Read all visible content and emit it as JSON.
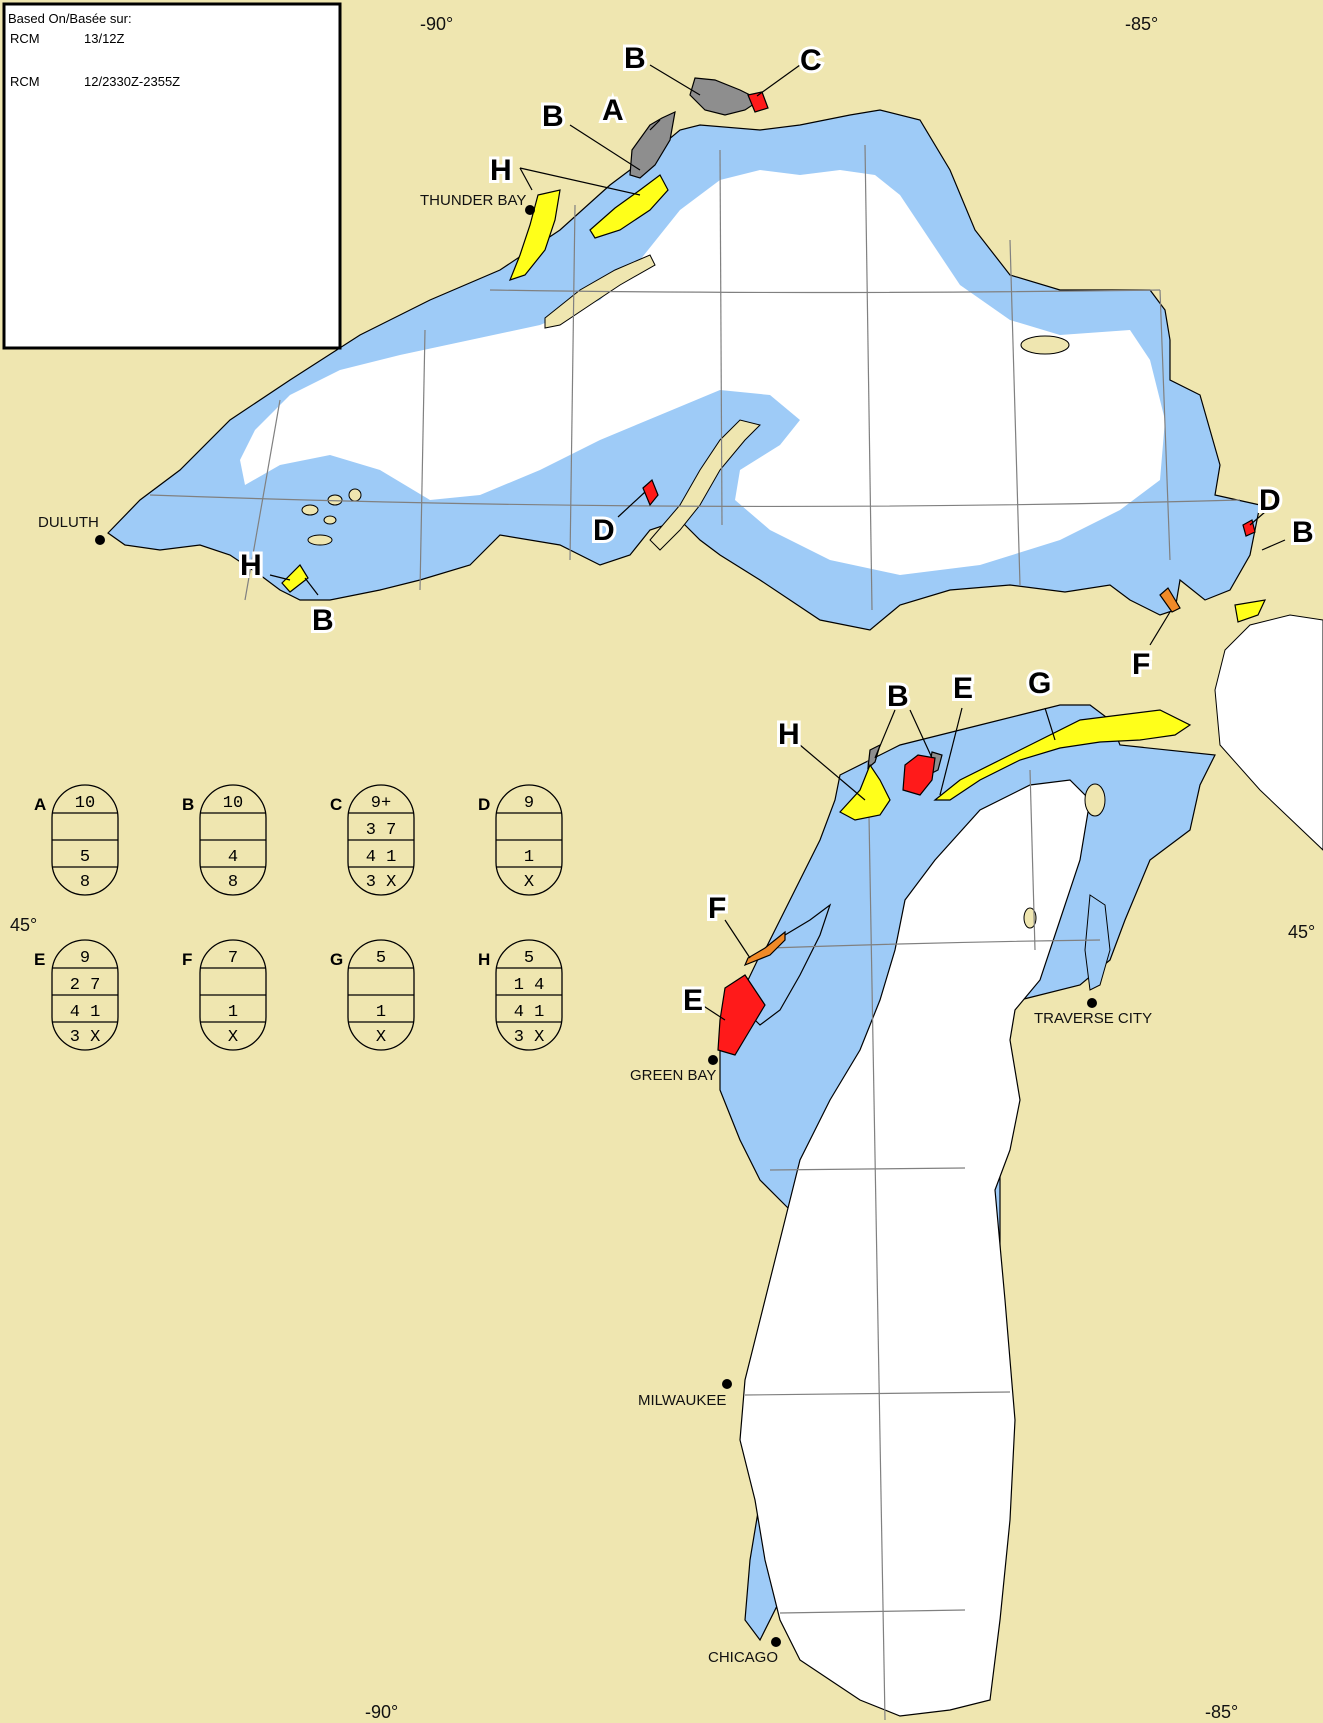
{
  "source_box": {
    "title": "Based On/Basée sur:",
    "rows": [
      {
        "sensor": "RCM",
        "time": "13/12Z"
      },
      {
        "sensor": "RCM",
        "time": "12/2330Z-2355Z"
      }
    ]
  },
  "graticule_labels": {
    "top_left": "-90°",
    "top_right": "-85°",
    "bottom_left": "-90°",
    "bottom_right": "-85°",
    "left": "45°",
    "right": "45°"
  },
  "cities": [
    {
      "name": "THUNDER BAY"
    },
    {
      "name": "DULUTH"
    },
    {
      "name": "GREEN BAY"
    },
    {
      "name": "TRAVERSE CITY"
    },
    {
      "name": "MILWAUKEE"
    },
    {
      "name": "CHICAGO"
    }
  ],
  "zone_labels": [
    "A",
    "B",
    "C",
    "D",
    "E",
    "F",
    "G",
    "H"
  ],
  "egg_codes": [
    {
      "label": "A",
      "rows": [
        "10",
        "",
        "5",
        "8"
      ]
    },
    {
      "label": "B",
      "rows": [
        "10",
        "",
        "4",
        "8"
      ]
    },
    {
      "label": "C",
      "rows": [
        "9+",
        "3 7",
        "4 1",
        "3 X"
      ]
    },
    {
      "label": "D",
      "rows": [
        "9",
        "",
        "1",
        "X"
      ]
    },
    {
      "label": "E",
      "rows": [
        "9",
        "2 7",
        "4 1",
        "3 X"
      ]
    },
    {
      "label": "F",
      "rows": [
        "7",
        "",
        "1",
        "X"
      ]
    },
    {
      "label": "G",
      "rows": [
        "5",
        "",
        "1",
        "X"
      ]
    },
    {
      "label": "H",
      "rows": [
        "5",
        "1 4",
        "4 1",
        "3 X"
      ]
    }
  ],
  "colors": {
    "land": "#efe6b0",
    "open_water": "#ffffff",
    "new_ice": "#9ecbf7",
    "fast_ice_10": "#8e8e8e",
    "ice_9": "#ff1a1a",
    "ice_7": "#f08a28",
    "ice_5": "#ffff1a"
  }
}
